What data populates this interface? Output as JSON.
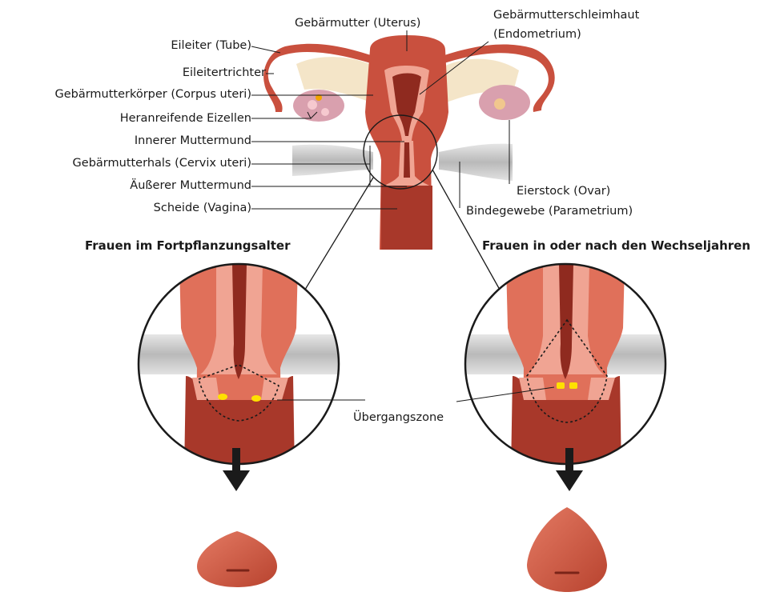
{
  "labels": {
    "uterus": "Gebärmutter (Uterus)",
    "endometrium_line1": "Gebärmutterschleimhaut",
    "endometrium_line2": "(Endometrium)",
    "tube": "Eileiter (Tube)",
    "funnel": "Eileitertrichter",
    "corpus": "Gebärmutterkörper (Corpus uteri)",
    "eggs": "Heranreifende Eizellen",
    "inner_os": "Innerer Muttermund",
    "cervix": "Gebärmutterhals (Cervix uteri)",
    "outer_os": "Äußerer Muttermund",
    "vagina": "Scheide (Vagina)",
    "ovary": "Eierstock (Ovar)",
    "parametrium": "Bindegewebe (Parametrium)",
    "transition_zone": "Übergangszone"
  },
  "headings": {
    "reproductive_age": "Frauen im Fortpflanzungsalter",
    "menopause": "Frauen in oder nach den Wechseljahren"
  },
  "colors": {
    "muscle": "#c9503e",
    "muscle_light": "#e0705a",
    "mucosa": "#f0a493",
    "lumen": "#8f2a1f",
    "ligament": "#cfcfcf",
    "ovary": "#d9a0ae",
    "transition_zone": "#ffe000"
  }
}
